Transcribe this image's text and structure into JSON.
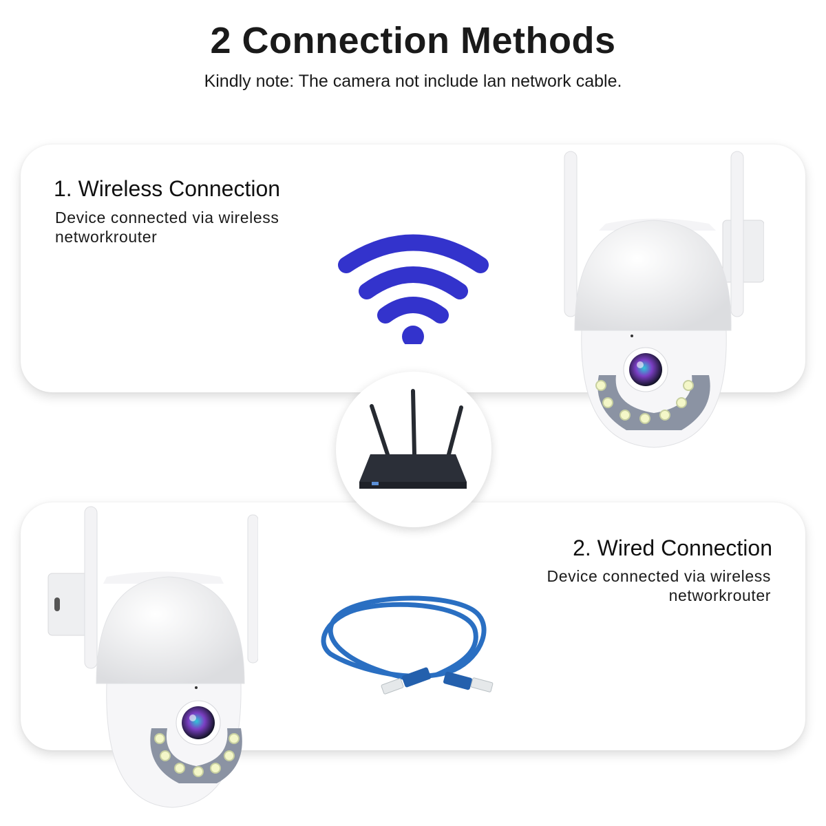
{
  "header": {
    "title": "2 Connection Methods",
    "note": "Kindly note: The camera not include lan network cable."
  },
  "methods": [
    {
      "heading": "1. Wireless Connection",
      "description": "Device connected via wireless networkrouter",
      "illustration": "wifi-icon",
      "device": "ptz-camera"
    },
    {
      "heading": "2. Wired Connection",
      "description": "Device connected via wireless networkrouter",
      "illustration": "ethernet-cable",
      "device": "ptz-camera"
    }
  ],
  "center_device": "wireless-router",
  "colors": {
    "wifi": "#3333CC",
    "cable": "#2a6fc2",
    "router": "#2b2f38",
    "text": "#1a1a1a",
    "background": "#ffffff"
  }
}
